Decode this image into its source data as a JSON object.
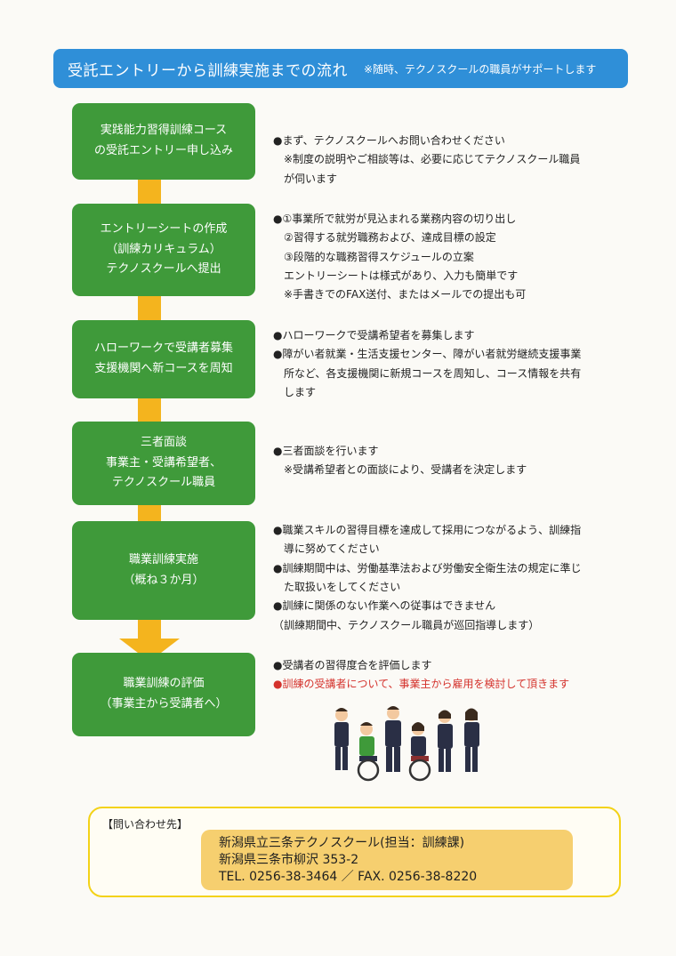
{
  "header": {
    "title": "受託エントリーから訓練実施までの流れ",
    "note": "※随時、テクノスクールの職員がサポートします"
  },
  "steps": [
    {
      "box": [
        "実践能力習得訓練コース",
        "の受託エントリー申し込み"
      ],
      "desc": [
        "●まず、テクノスクールへお問い合わせください",
        "　※制度の説明やご相談等は、必要に応じてテクノスクール職員",
        "　が伺います"
      ]
    },
    {
      "box": [
        "エントリーシートの作成",
        "（訓練カリキュラム）",
        "テクノスクールへ提出"
      ],
      "desc": [
        "●①事業所で就労が見込まれる業務内容の切り出し",
        "　②習得する就労職務および、達成目標の設定",
        "　③段階的な職務習得スケジュールの立案",
        "　エントリーシートは様式があり、入力も簡単です",
        "　※手書きでのFAX送付、またはメールでの提出も可"
      ]
    },
    {
      "box": [
        "ハローワークで受講者募集",
        "支援機関へ新コースを周知"
      ],
      "desc": [
        "●ハローワークで受講希望者を募集します",
        "●障がい者就業・生活支援センター、障がい者就労継続支援事業",
        "　所など、各支援機関に新規コースを周知し、コース情報を共有",
        "　します"
      ]
    },
    {
      "box": [
        "三者面談",
        "事業主・受講希望者、",
        "テクノスクール職員"
      ],
      "desc": [
        "●三者面談を行います",
        "　※受講希望者との面談により、受講者を決定します"
      ]
    },
    {
      "box": [
        "職業訓練実施",
        "（概ね３か月）"
      ],
      "desc": [
        "●職業スキルの習得目標を達成して採用につながるよう、訓練指",
        "　導に努めてください",
        "●訓練期間中は、労働基準法および労働安全衛生法の規定に準じ",
        "　た取扱いをしてください",
        "●訓練に関係のない作業への従事はできません",
        "（訓練期間中、テクノスクール職員が巡回指導します）"
      ]
    },
    {
      "box": [
        "職業訓練の評価",
        "（事業主から受講者へ）"
      ],
      "desc": [
        "●受講者の習得度合を評価します",
        "●訓練の受講者について、事業主から雇用を検討して頂きます"
      ]
    }
  ],
  "contact": {
    "label": "【問い合わせ先】",
    "org": "新潟県立三条テクノスクール(担当：訓練課)",
    "address": "新潟県三条市柳沢 353-2",
    "phone": "TEL. 0256-38-3464 ／ FAX. 0256-38-8220"
  },
  "colors": {
    "header": "#2f8fd8",
    "step_box": "#3f9a3a",
    "arrow": "#f4b41e",
    "emphasis": "#d4322c",
    "contact_border": "#f3d217",
    "contact_fill": "#f6cf6f"
  }
}
